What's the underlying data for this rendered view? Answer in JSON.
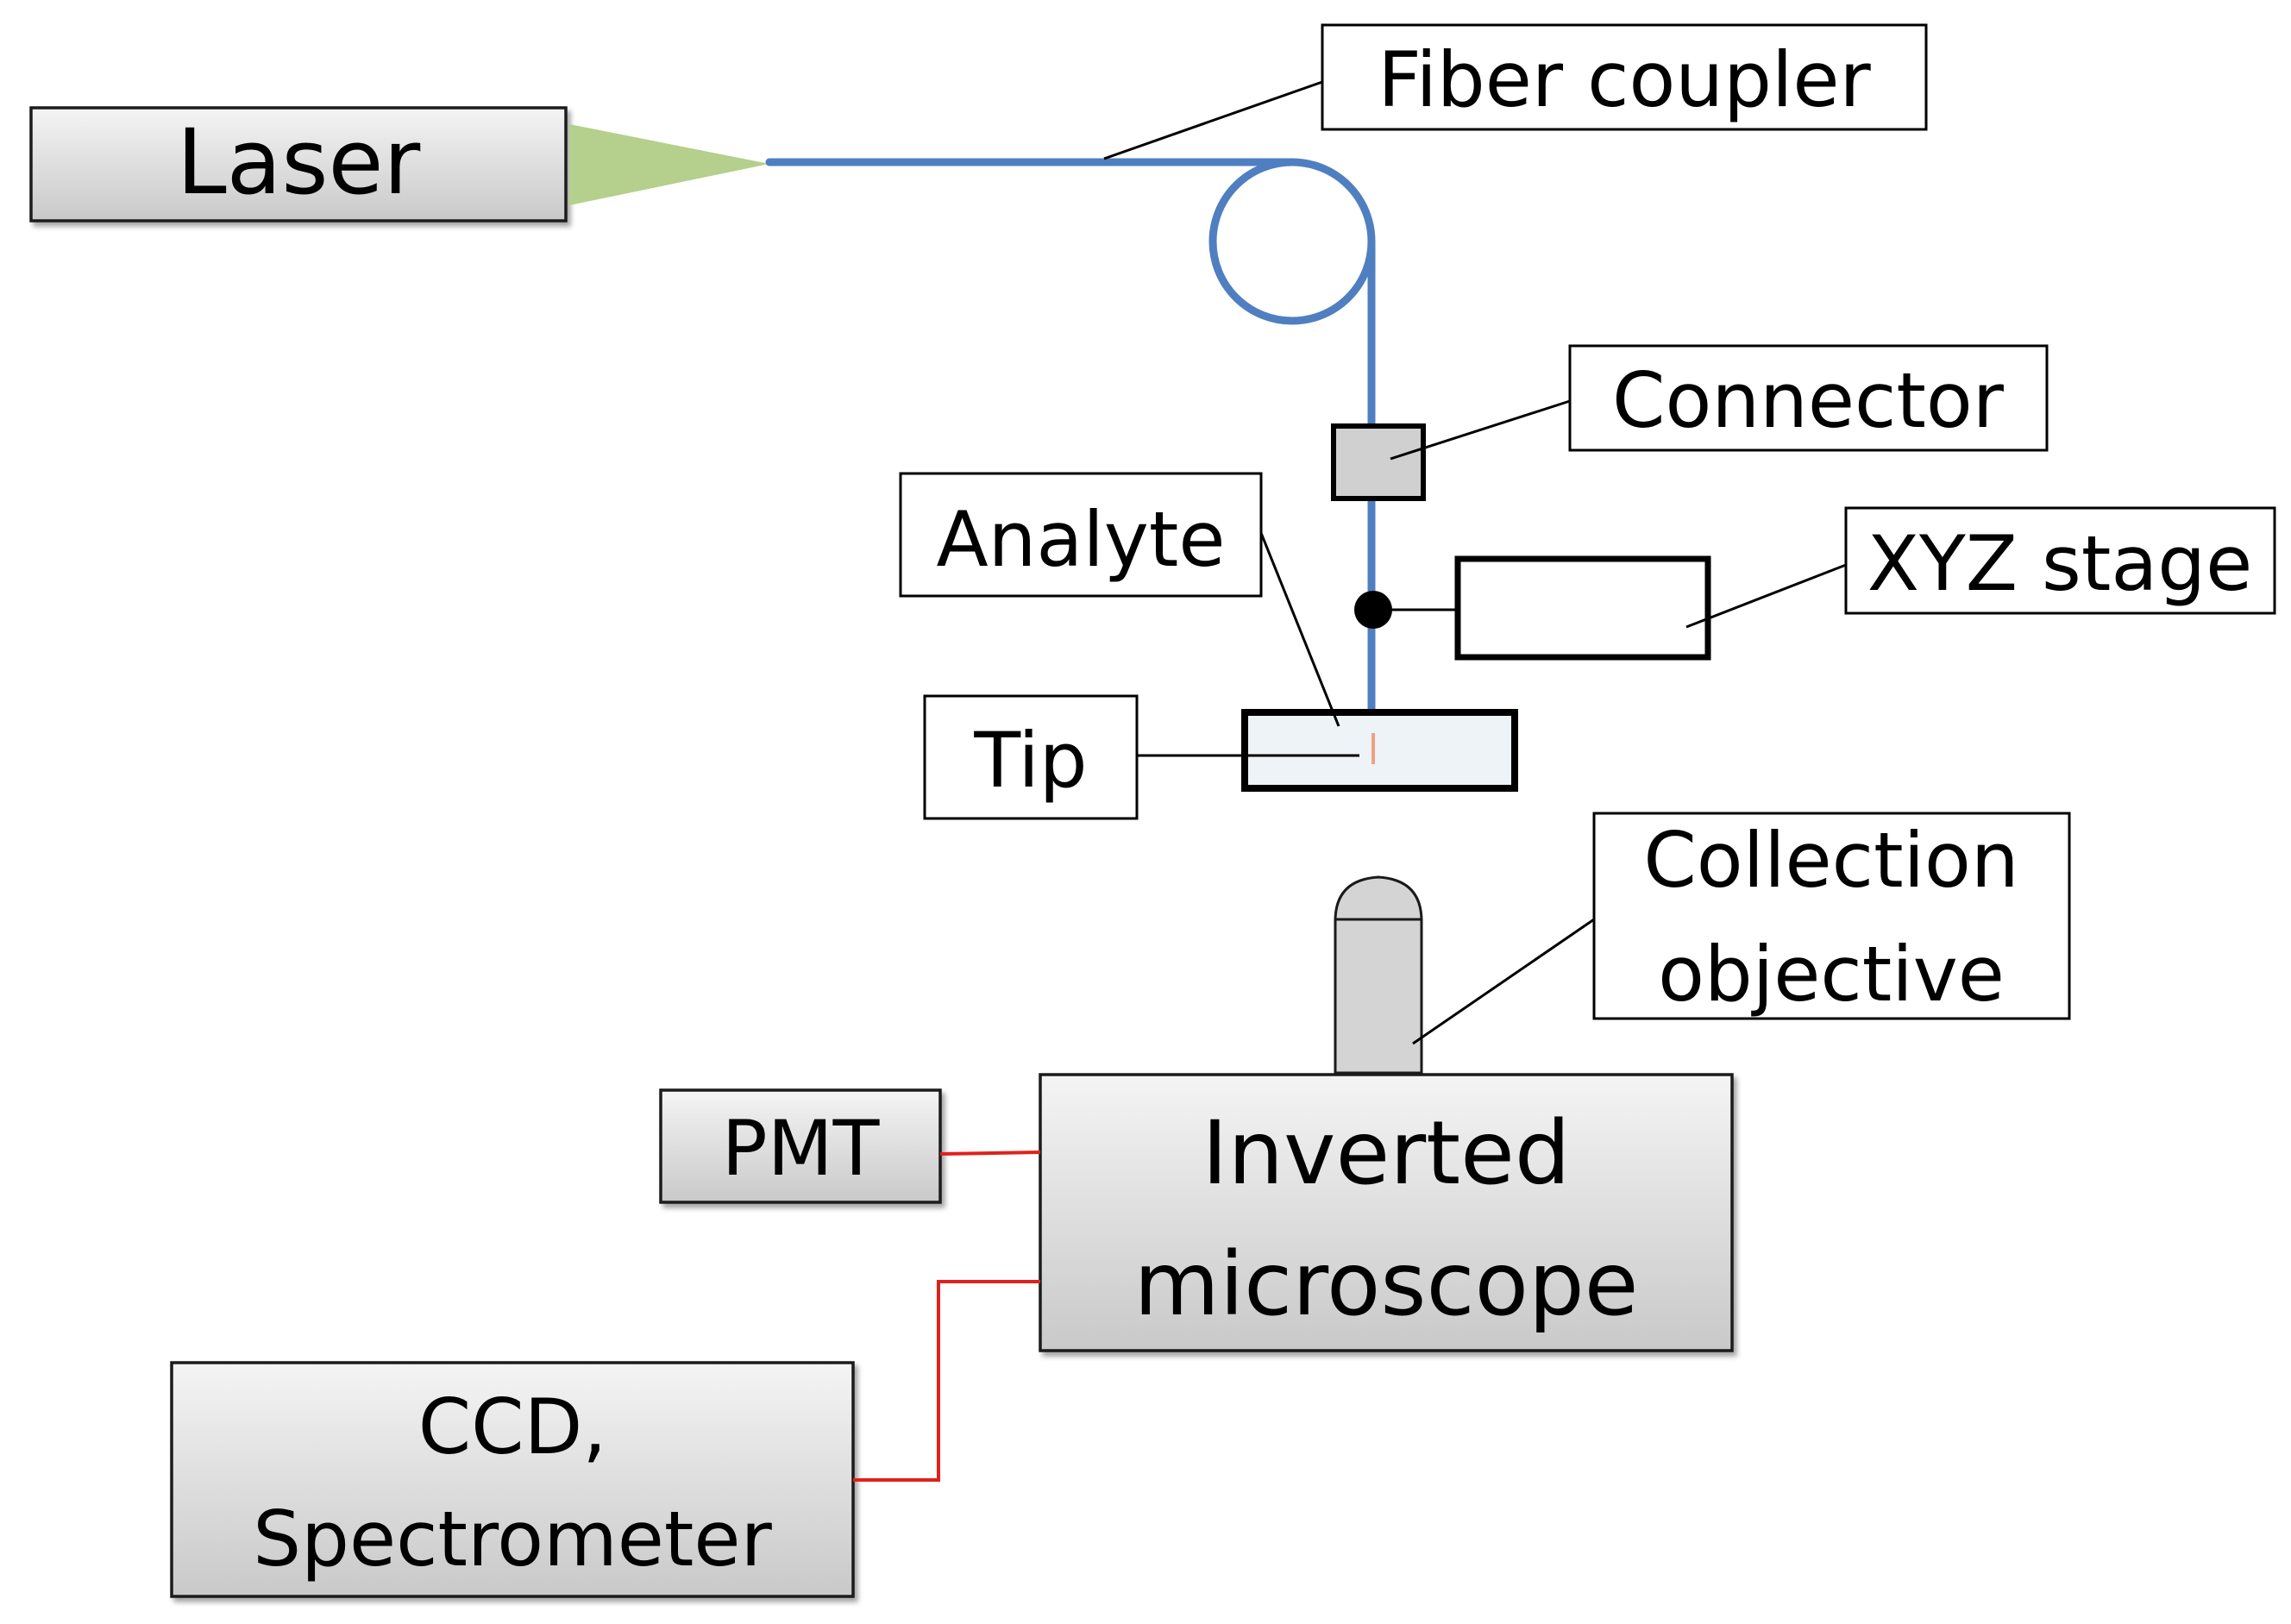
{
  "components": {
    "laser": "Laser",
    "inverted_microscope": [
      "Inverted",
      "microscope"
    ],
    "pmt": "PMT",
    "ccd_spectrometer": [
      "CCD,",
      "Spectrometer"
    ]
  },
  "callouts": {
    "fiber_coupler": "Fiber coupler",
    "connector": "Connector",
    "xyz_stage": "XYZ stage",
    "analyte": "Analyte",
    "tip": "Tip",
    "collection_objective": [
      "Collection",
      "objective"
    ]
  },
  "colors": {
    "fiber": "#4f7fc0",
    "laser_beam": "#b5cf8c",
    "signal_line": "#e0211b",
    "equipment_fill_top": "#f4f4f4",
    "equipment_fill_bottom": "#c9c9c9",
    "sample_fill": "#eef3f8"
  }
}
